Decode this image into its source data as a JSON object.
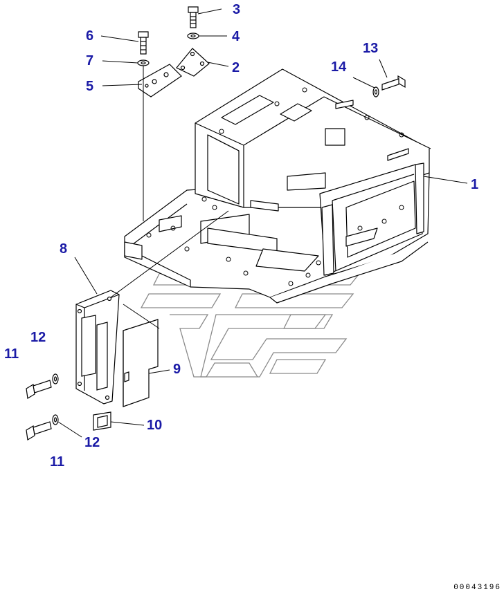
{
  "colors": {
    "callout": "#1a1aa6",
    "line": "#000000",
    "watermark": "#8a8a8a"
  },
  "callouts": {
    "c1": "1",
    "c2": "2",
    "c3": "3",
    "c4": "4",
    "c5": "5",
    "c6": "6",
    "c7": "7",
    "c8": "8",
    "c9": "9",
    "c10": "10",
    "c11a": "11",
    "c11b": "11",
    "c12a": "12",
    "c12b": "12",
    "c13": "13",
    "c14": "14"
  },
  "document_number": "00043196",
  "icons": [
    "bolt-icon",
    "washer-icon",
    "bracket-plate-icon",
    "frame-icon",
    "cover-icon",
    "pad-icon",
    "watermark-logo-icon"
  ]
}
